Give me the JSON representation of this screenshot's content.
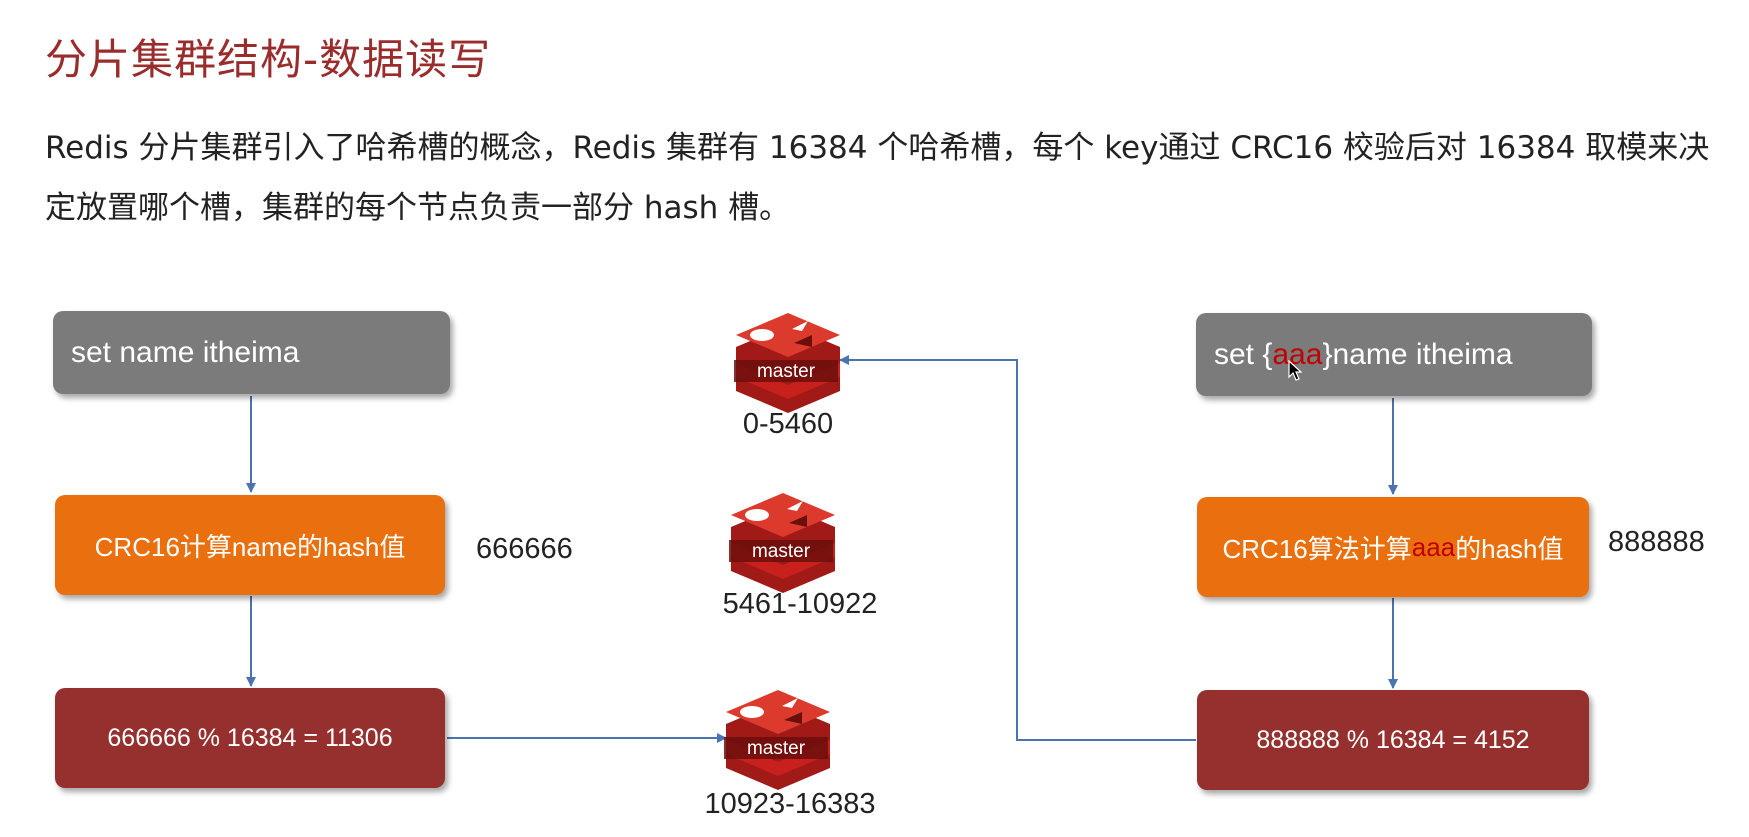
{
  "title": "分片集群结构-数据读写",
  "description": "Redis 分片集群引入了哈希槽的概念，Redis 集群有 16384 个哈希槽，每个 key通过 CRC16 校验后对 16384 取模来决定放置哪个槽，集群的每个节点负责一部分 hash 槽。",
  "left_flow": {
    "command": "set name itheima",
    "hash_step": "CRC16计算name的hash值",
    "hash_value": "666666",
    "mod_step": "666666 % 16384 = 11306"
  },
  "right_flow": {
    "command_prefix": "set {",
    "command_key": "aaa",
    "command_suffix": "}name itheima",
    "hash_step_prefix": "CRC16算法计算",
    "hash_step_key": "aaa",
    "hash_step_suffix": "的hash值",
    "hash_value": "888888",
    "mod_step": "888888 % 16384 = 4152"
  },
  "nodes": [
    {
      "label": "master",
      "slots": "0-5460"
    },
    {
      "label": "master",
      "slots": "5461-10922"
    },
    {
      "label": "master",
      "slots": "10923-16383"
    }
  ],
  "colors": {
    "title": "#9b2c2c",
    "gray_box": "#7b7b7b",
    "orange_box": "#ea700f",
    "dark_box": "#95302f",
    "arrow": "#4a74b0",
    "redis_red": "#c8201c",
    "highlight": "#c00000"
  }
}
